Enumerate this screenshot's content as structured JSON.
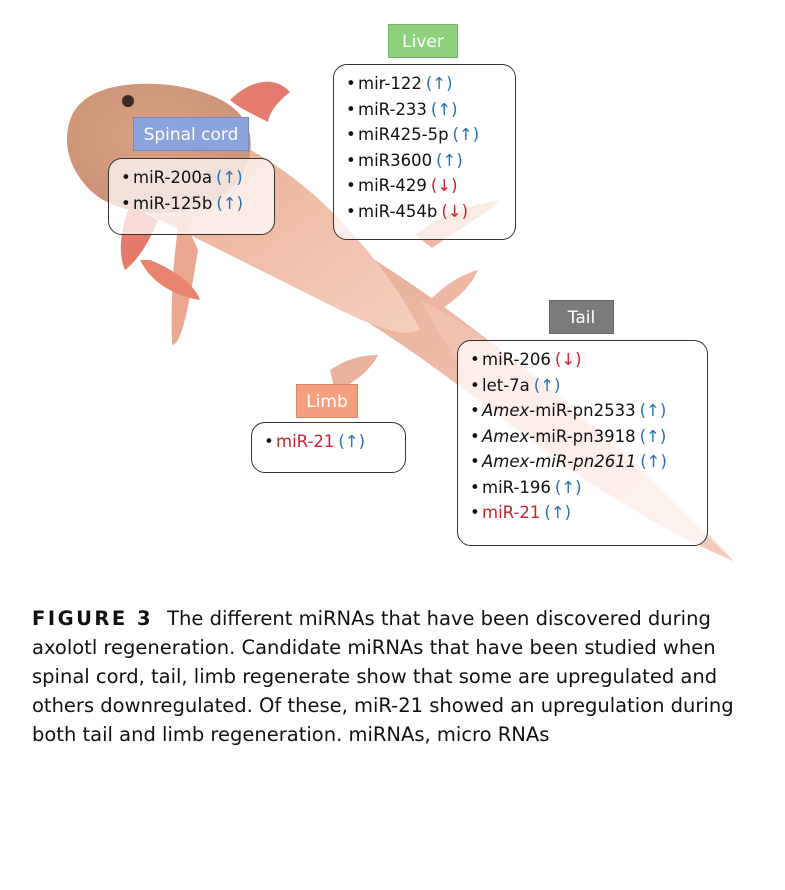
{
  "tags": {
    "liver": {
      "label": "Liver",
      "color": "#8fd07f"
    },
    "spinal_cord": {
      "label": "Spinal cord",
      "color": "#8aa3dc"
    },
    "tail": {
      "label": "Tail",
      "color": "#7b7b7b"
    },
    "limb": {
      "label": "Limb",
      "color": "#f4a07e"
    }
  },
  "liver_items": [
    {
      "name": "mir-122",
      "dir": "(↑)",
      "up": true
    },
    {
      "name": "miR-233",
      "dir": "(↑)",
      "up": true
    },
    {
      "name": "miR425-5p",
      "dir": "(↑)",
      "up": true
    },
    {
      "name": "miR3600",
      "dir": "(↑)",
      "up": true
    },
    {
      "name": "miR-429",
      "dir": "(↓)",
      "up": false
    },
    {
      "name": "miR-454b",
      "dir": "(↓)",
      "up": false
    }
  ],
  "spinal_items": [
    {
      "name": "miR-200a",
      "dir": "(↑)",
      "up": true
    },
    {
      "name": "miR-125b",
      "dir": "(↑)",
      "up": true
    }
  ],
  "tail_items": [
    {
      "name": "miR-206",
      "dir": "(↓)",
      "up": false
    },
    {
      "name": "let-7a",
      "dir": "(↑)",
      "up": true
    },
    {
      "prefix": "Amex",
      "suffix": "-miR-pn2533",
      "dir": "(↑)",
      "up": true
    },
    {
      "prefix": "Amex",
      "suffix": "-miR-pn3918",
      "dir": "(↑)",
      "up": true
    },
    {
      "prefix": "Amex-miR-pn2611",
      "suffix": "",
      "dir": "(↑)",
      "up": true
    },
    {
      "name": "miR-196",
      "dir": "(↑)",
      "up": true
    },
    {
      "name": "miR-21",
      "dir": "(↑)",
      "up": true,
      "highlight": true
    }
  ],
  "limb_items": [
    {
      "name": "miR-21",
      "dir": "(↑)",
      "up": true,
      "highlight": true
    }
  ],
  "bullet": "•",
  "caption": {
    "label": "FIGURE 3",
    "text": "The different miRNAs that have been discovered during axolotl regeneration. Candidate miRNAs that have been studied when spinal cord, tail, limb regenerate show that some are upregulated and others downregulated. Of these, miR-21 showed an upregulation during both tail and limb regeneration. miRNAs, micro RNAs"
  },
  "colors": {
    "up_arrow": "#2a6fb5",
    "down_arrow": "#d0202a",
    "highlight_name": "#c8242b",
    "body": "#f3b9a2"
  }
}
